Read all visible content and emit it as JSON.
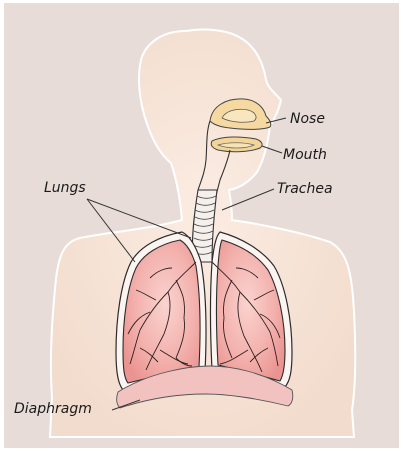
{
  "labels": {
    "nose": "Nose",
    "mouth": "Mouth",
    "trachea": "Trachea",
    "lungs": "Lungs",
    "diaphragm": "Diaphragm"
  },
  "colors": {
    "frame_bg": "#e8dcd8",
    "body_fill": "#f6e3d6",
    "body_stroke": "#ffffff",
    "lung_fill": "#f0a8a6",
    "lung_inner": "#f7c9c6",
    "lung_stroke": "#2b2b2b",
    "nose_fill": "#f6d9a0",
    "diaphragm_fill": "#f1c2bf",
    "leader_line": "#333333"
  }
}
